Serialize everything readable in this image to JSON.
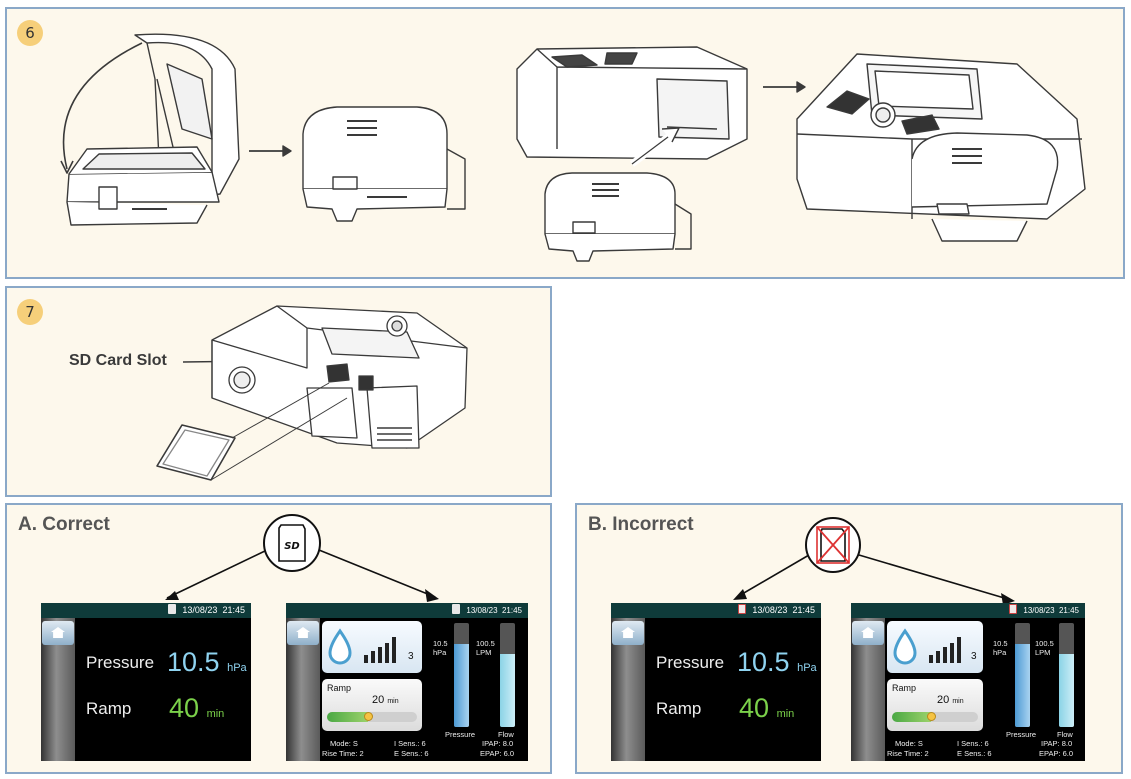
{
  "step6": {
    "number": "6"
  },
  "step7": {
    "number": "7",
    "label": "SD Card Slot"
  },
  "correct": {
    "title": "A. Correct",
    "icon": "sd-card-icon",
    "screen1": {
      "date": "13/08/23",
      "time": "21:45",
      "pressure_label": "Pressure",
      "pressure_value": "10.5",
      "pressure_unit": "hPa",
      "ramp_label": "Ramp",
      "ramp_value": "40",
      "ramp_unit": "min"
    },
    "screen2": {
      "date": "13/08/23",
      "time": "21:45",
      "humidity_level": "3",
      "ramp_label": "Ramp",
      "ramp_value": "20",
      "ramp_unit": "min",
      "ramp_progress": 0.45,
      "pressure_value": "10.5",
      "pressure_unit": "hPa",
      "pressure_label": "Pressure",
      "pressure_level": 0.8,
      "flow_value": "100.5",
      "flow_unit": "LPM",
      "flow_label": "Flow",
      "flow_level": 0.7,
      "mode": "Mode: S",
      "i_sens": "I Sens.: 6",
      "ipap": "IPAP: 8.0",
      "rise_time": "Rise Time: 2",
      "e_sens": "E Sens.: 6",
      "epap": "EPAP: 6.0"
    }
  },
  "incorrect": {
    "title": "B. Incorrect",
    "icon": "sd-card-crossed-icon",
    "screen1": {
      "date": "13/08/23",
      "time": "21:45",
      "pressure_label": "Pressure",
      "pressure_value": "10.5",
      "pressure_unit": "hPa",
      "ramp_label": "Ramp",
      "ramp_value": "40",
      "ramp_unit": "min"
    },
    "screen2": {
      "date": "13/08/23",
      "time": "21:45",
      "humidity_level": "3",
      "ramp_label": "Ramp",
      "ramp_value": "20",
      "ramp_unit": "min",
      "ramp_progress": 0.45,
      "pressure_value": "10.5",
      "pressure_unit": "hPa",
      "pressure_label": "Pressure",
      "pressure_level": 0.8,
      "flow_value": "100.5",
      "flow_unit": "LPM",
      "flow_label": "Flow",
      "flow_level": 0.7,
      "mode": "Mode: S",
      "i_sens": "I Sens.: 6",
      "ipap": "IPAP: 8.0",
      "rise_time": "Rise Time: 2",
      "e_sens": "E Sens.: 6",
      "epap": "EPAP: 6.0"
    }
  },
  "colors": {
    "panel_bg": "#fdf8ec",
    "panel_border": "#8aa8c8",
    "badge": "#f6cf7a",
    "pressure_value": "#8fd3f0",
    "ramp_value": "#7bd14a",
    "status_bar": "#0f3b3a"
  }
}
